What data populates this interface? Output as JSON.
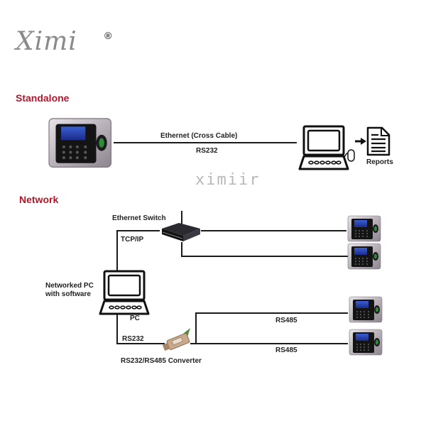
{
  "brand": {
    "logo_text": "Ximi",
    "registered_mark": "®",
    "watermark": "ximiir"
  },
  "standalone": {
    "title": "Standalone",
    "link_label_top": "Ethernet  (Cross Cable)",
    "link_label_bottom": "RS232",
    "reports_label": "Reports",
    "icons": [
      "attendance-terminal",
      "laptop",
      "mouse",
      "arrow-right",
      "document"
    ]
  },
  "network": {
    "title": "Network",
    "switch_label": "Ethernet Switch",
    "tcpip_label": "TCP/IP",
    "pc_caption": "Networked PC with software",
    "pc_caption_line1": "Networked PC",
    "pc_caption_line2": "with software",
    "pc_label": "PC",
    "rs232_label": "RS232",
    "converter_label": "RS232/RS485 Converter",
    "rs485_labels": [
      "RS485",
      "RS485"
    ],
    "terminal_count": 4
  },
  "colors": {
    "section_title": "#b5162a",
    "line": "#1a1a1a",
    "watermark": "#b8b8b8"
  }
}
